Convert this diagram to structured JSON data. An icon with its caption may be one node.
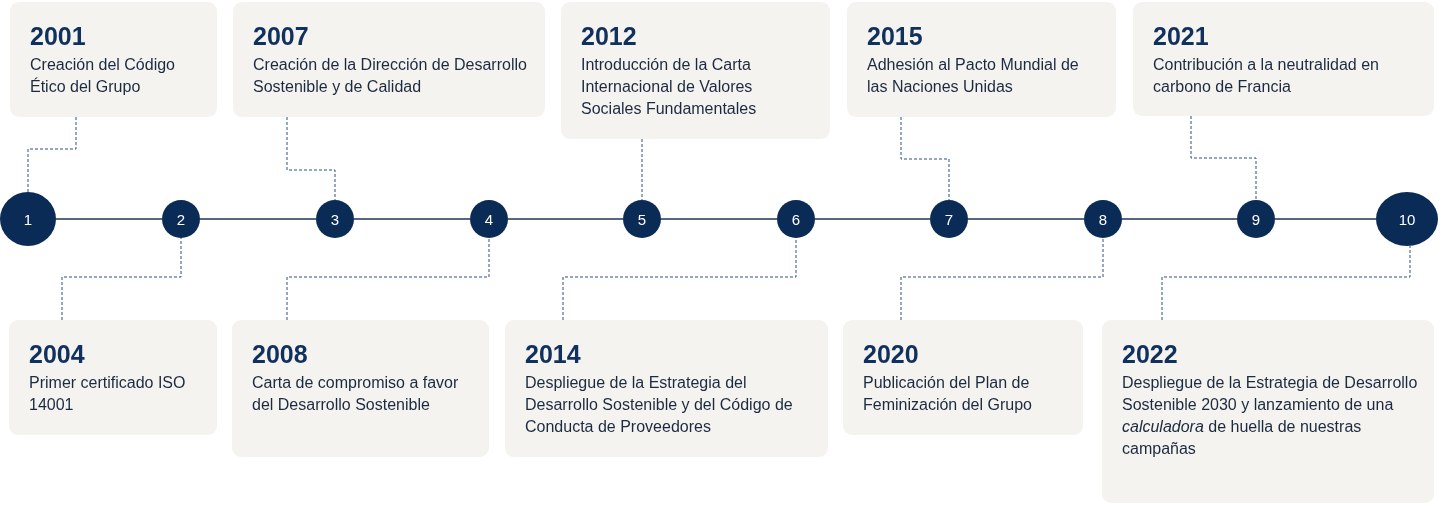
{
  "diagram": {
    "nodes": [
      {
        "text": [
          "2001",
          "Creación del Código Ético del Grupo"
        ]
      },
      {
        "text": [
          "2007",
          "Creación de la Dirección de Desarrollo Sostenible y de Calidad"
        ]
      },
      {
        "text": [
          "2012",
          "Introducción de la Carta Internacional de Valores Sociales Fundamentales"
        ]
      },
      {
        "text": [
          "2015",
          "Adhesión al Pacto Mundial de las Naciones Unidas"
        ]
      },
      {
        "text": [
          "2021",
          "Contribución a la neutralidad en carbono de Francia"
        ]
      },
      {
        "text": [
          "1"
        ]
      },
      {
        "text": [
          "2"
        ]
      },
      {
        "text": [
          "3"
        ]
      },
      {
        "text": [
          "4"
        ]
      },
      {
        "text": [
          "5"
        ]
      },
      {
        "text": [
          "6"
        ]
      },
      {
        "text": [
          "7"
        ]
      },
      {
        "text": [
          "8"
        ]
      },
      {
        "text": [
          "9"
        ]
      },
      {
        "text": [
          "10"
        ]
      },
      {
        "text": [
          "2004",
          "Primer certificado ISO 14001"
        ]
      },
      {
        "text": [
          "2008",
          "Carta de compromiso a favor del Desarrollo Sostenible"
        ]
      },
      {
        "text": [
          "2014",
          "Despliegue de la Estrategia del Desarrollo Sostenible y del Código de Conducta de Proveedores"
        ]
      },
      {
        "text": [
          "2020",
          "Publicación del Plan de Feminización del Grupo"
        ]
      },
      {
        "text": [
          "2022",
          "Despliegue de la Estrategia de Desarrollo Sostenible 2030 y lanzamiento de una *calculadora* de huella de nuestras campañas"
        ]
      }
    ],
    "edges": [
      {
        "from": 5,
        "to": 6,
        "arrow": "none"
      },
      {
        "from": 6,
        "to": 7,
        "arrow": "none"
      },
      {
        "from": 7,
        "to": 8,
        "arrow": "none"
      },
      {
        "from": 8,
        "to": 9,
        "arrow": "none"
      },
      {
        "from": 9,
        "to": 10,
        "arrow": "none"
      },
      {
        "from": 10,
        "to": 11,
        "arrow": "none"
      },
      {
        "from": 11,
        "to": 12,
        "arrow": "none"
      },
      {
        "from": 12,
        "to": 13,
        "arrow": "none"
      },
      {
        "from": 13,
        "to": 14,
        "arrow": "none"
      },
      {
        "from": 0,
        "to": 5,
        "arrow": "none",
        "style": "dashed"
      },
      {
        "from": 1,
        "to": 7,
        "arrow": "none",
        "style": "dashed"
      },
      {
        "from": 2,
        "to": 9,
        "arrow": "none",
        "style": "dashed"
      },
      {
        "from": 3,
        "to": 11,
        "arrow": "none",
        "style": "dashed"
      },
      {
        "from": 4,
        "to": 13,
        "arrow": "none",
        "style": "dashed"
      },
      {
        "from": 15,
        "to": 6,
        "arrow": "none",
        "style": "dashed"
      },
      {
        "from": 16,
        "to": 8,
        "arrow": "none",
        "style": "dashed"
      },
      {
        "from": 17,
        "to": 10,
        "arrow": "none",
        "style": "dashed"
      },
      {
        "from": 18,
        "to": 12,
        "arrow": "none",
        "style": "dashed"
      },
      {
        "from": 19,
        "to": 14,
        "arrow": "none",
        "style": "dashed"
      }
    ]
  }
}
